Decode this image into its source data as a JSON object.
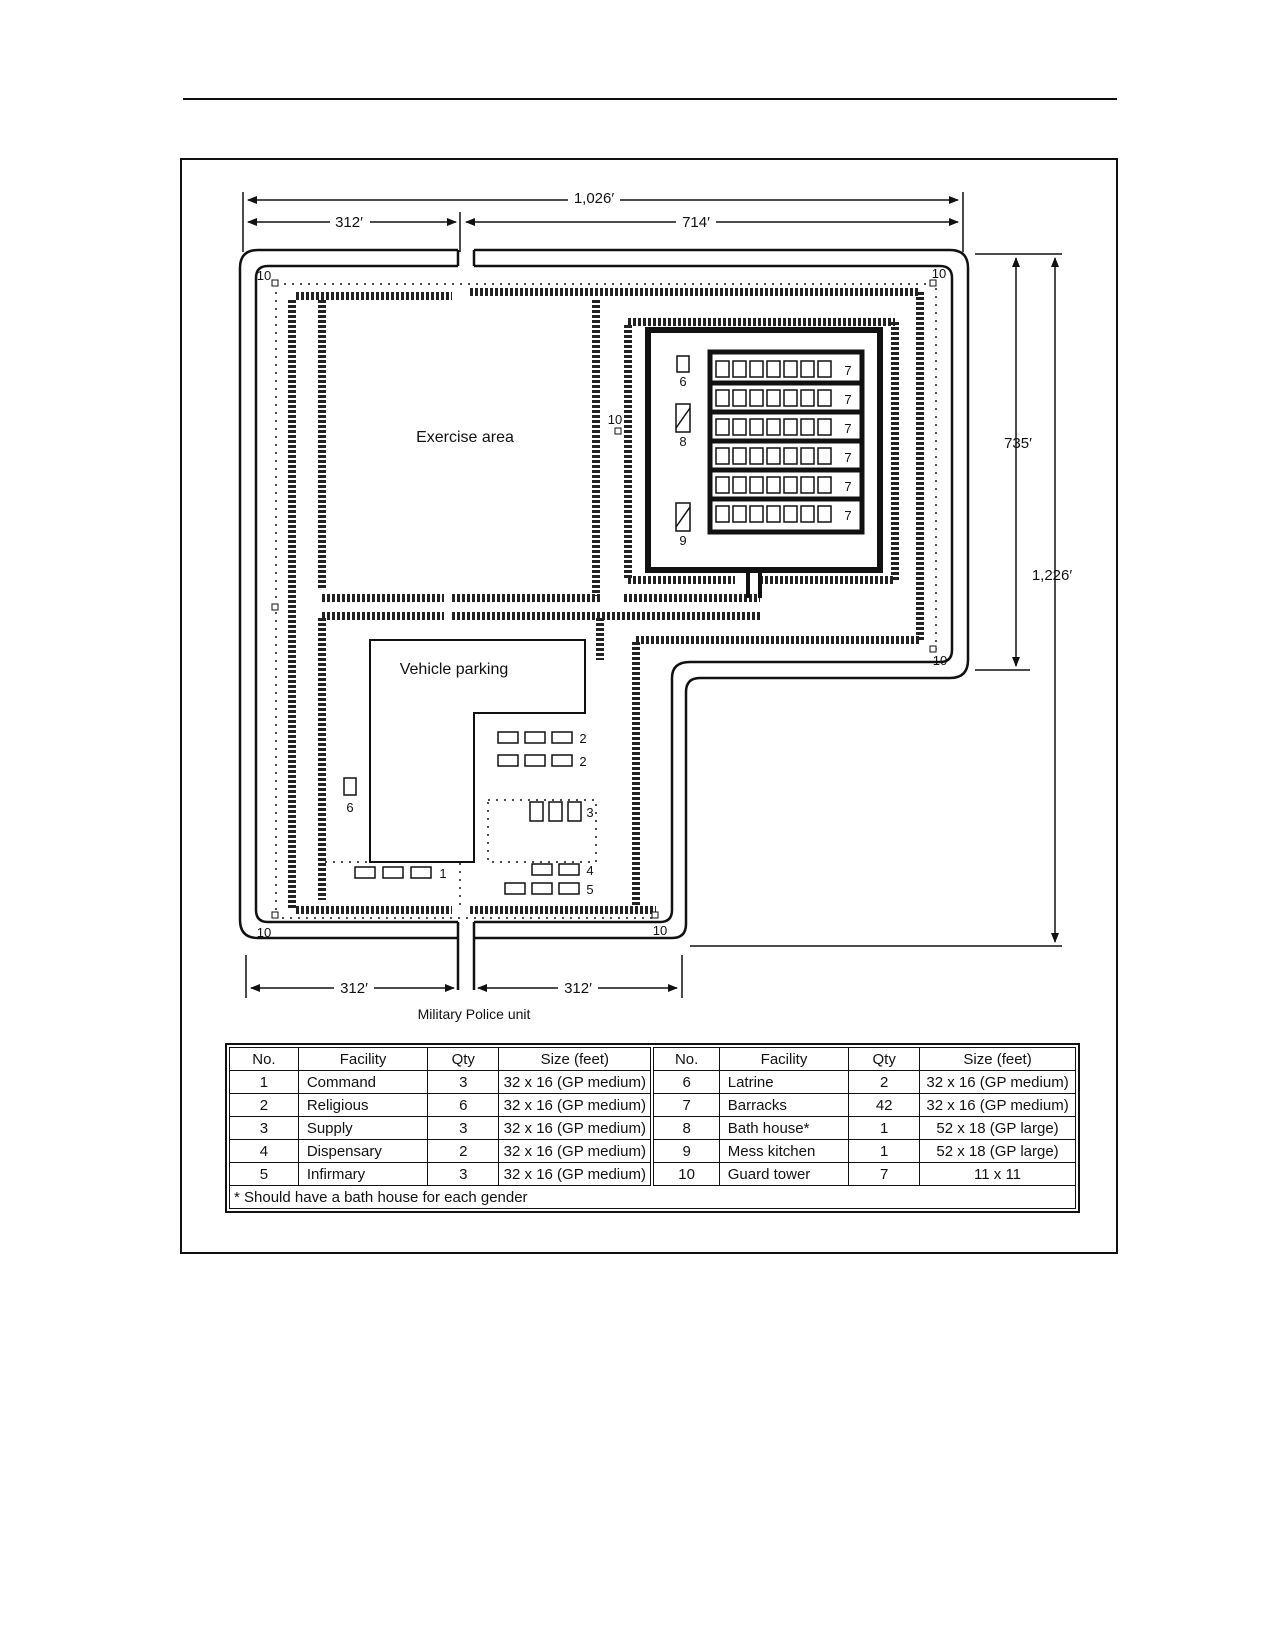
{
  "dimensions": {
    "top_total": "1,026′",
    "top_left": "312′",
    "top_right": "714′",
    "right_inner": "735′",
    "right_outer": "1,226′",
    "bottom_left": "312′",
    "bottom_right": "312′"
  },
  "areas": {
    "exercise": "Exercise area",
    "vehicle": "Vehicle parking"
  },
  "markers": {
    "guard_tower": "10",
    "barracks": "7",
    "latrine": "6",
    "bath_house": "8",
    "mess_kitchen": "9",
    "religious": "2",
    "supply": "3",
    "command": "1",
    "dispensary": "4",
    "infirmary": "5"
  },
  "unit_label": "Military Police unit",
  "legend": {
    "headers": [
      "No.",
      "Facility",
      "Qty",
      "Size (feet)"
    ],
    "rows": [
      [
        {
          "no": "1",
          "facility": "Command",
          "qty": "3",
          "size": "32 x 16 (GP medium)"
        },
        {
          "no": "6",
          "facility": "Latrine",
          "qty": "2",
          "size": "32 x 16 (GP medium)"
        }
      ],
      [
        {
          "no": "2",
          "facility": "Religious",
          "qty": "6",
          "size": "32 x 16 (GP medium)"
        },
        {
          "no": "7",
          "facility": "Barracks",
          "qty": "42",
          "size": "32 x 16 (GP medium)"
        }
      ],
      [
        {
          "no": "3",
          "facility": "Supply",
          "qty": "3",
          "size": "32 x 16 (GP medium)"
        },
        {
          "no": "8",
          "facility": "Bath house*",
          "qty": "1",
          "size": "52 x 18 (GP large)"
        }
      ],
      [
        {
          "no": "4",
          "facility": "Dispensary",
          "qty": "2",
          "size": "32 x 16 (GP medium)"
        },
        {
          "no": "9",
          "facility": "Mess kitchen",
          "qty": "1",
          "size": "52 x 18 (GP large)"
        }
      ],
      [
        {
          "no": "5",
          "facility": "Infirmary",
          "qty": "3",
          "size": "32 x 16 (GP medium)"
        },
        {
          "no": "10",
          "facility": "Guard tower",
          "qty": "7",
          "size": "11 x 11"
        }
      ]
    ],
    "footnote": "* Should have a bath house for each gender"
  }
}
